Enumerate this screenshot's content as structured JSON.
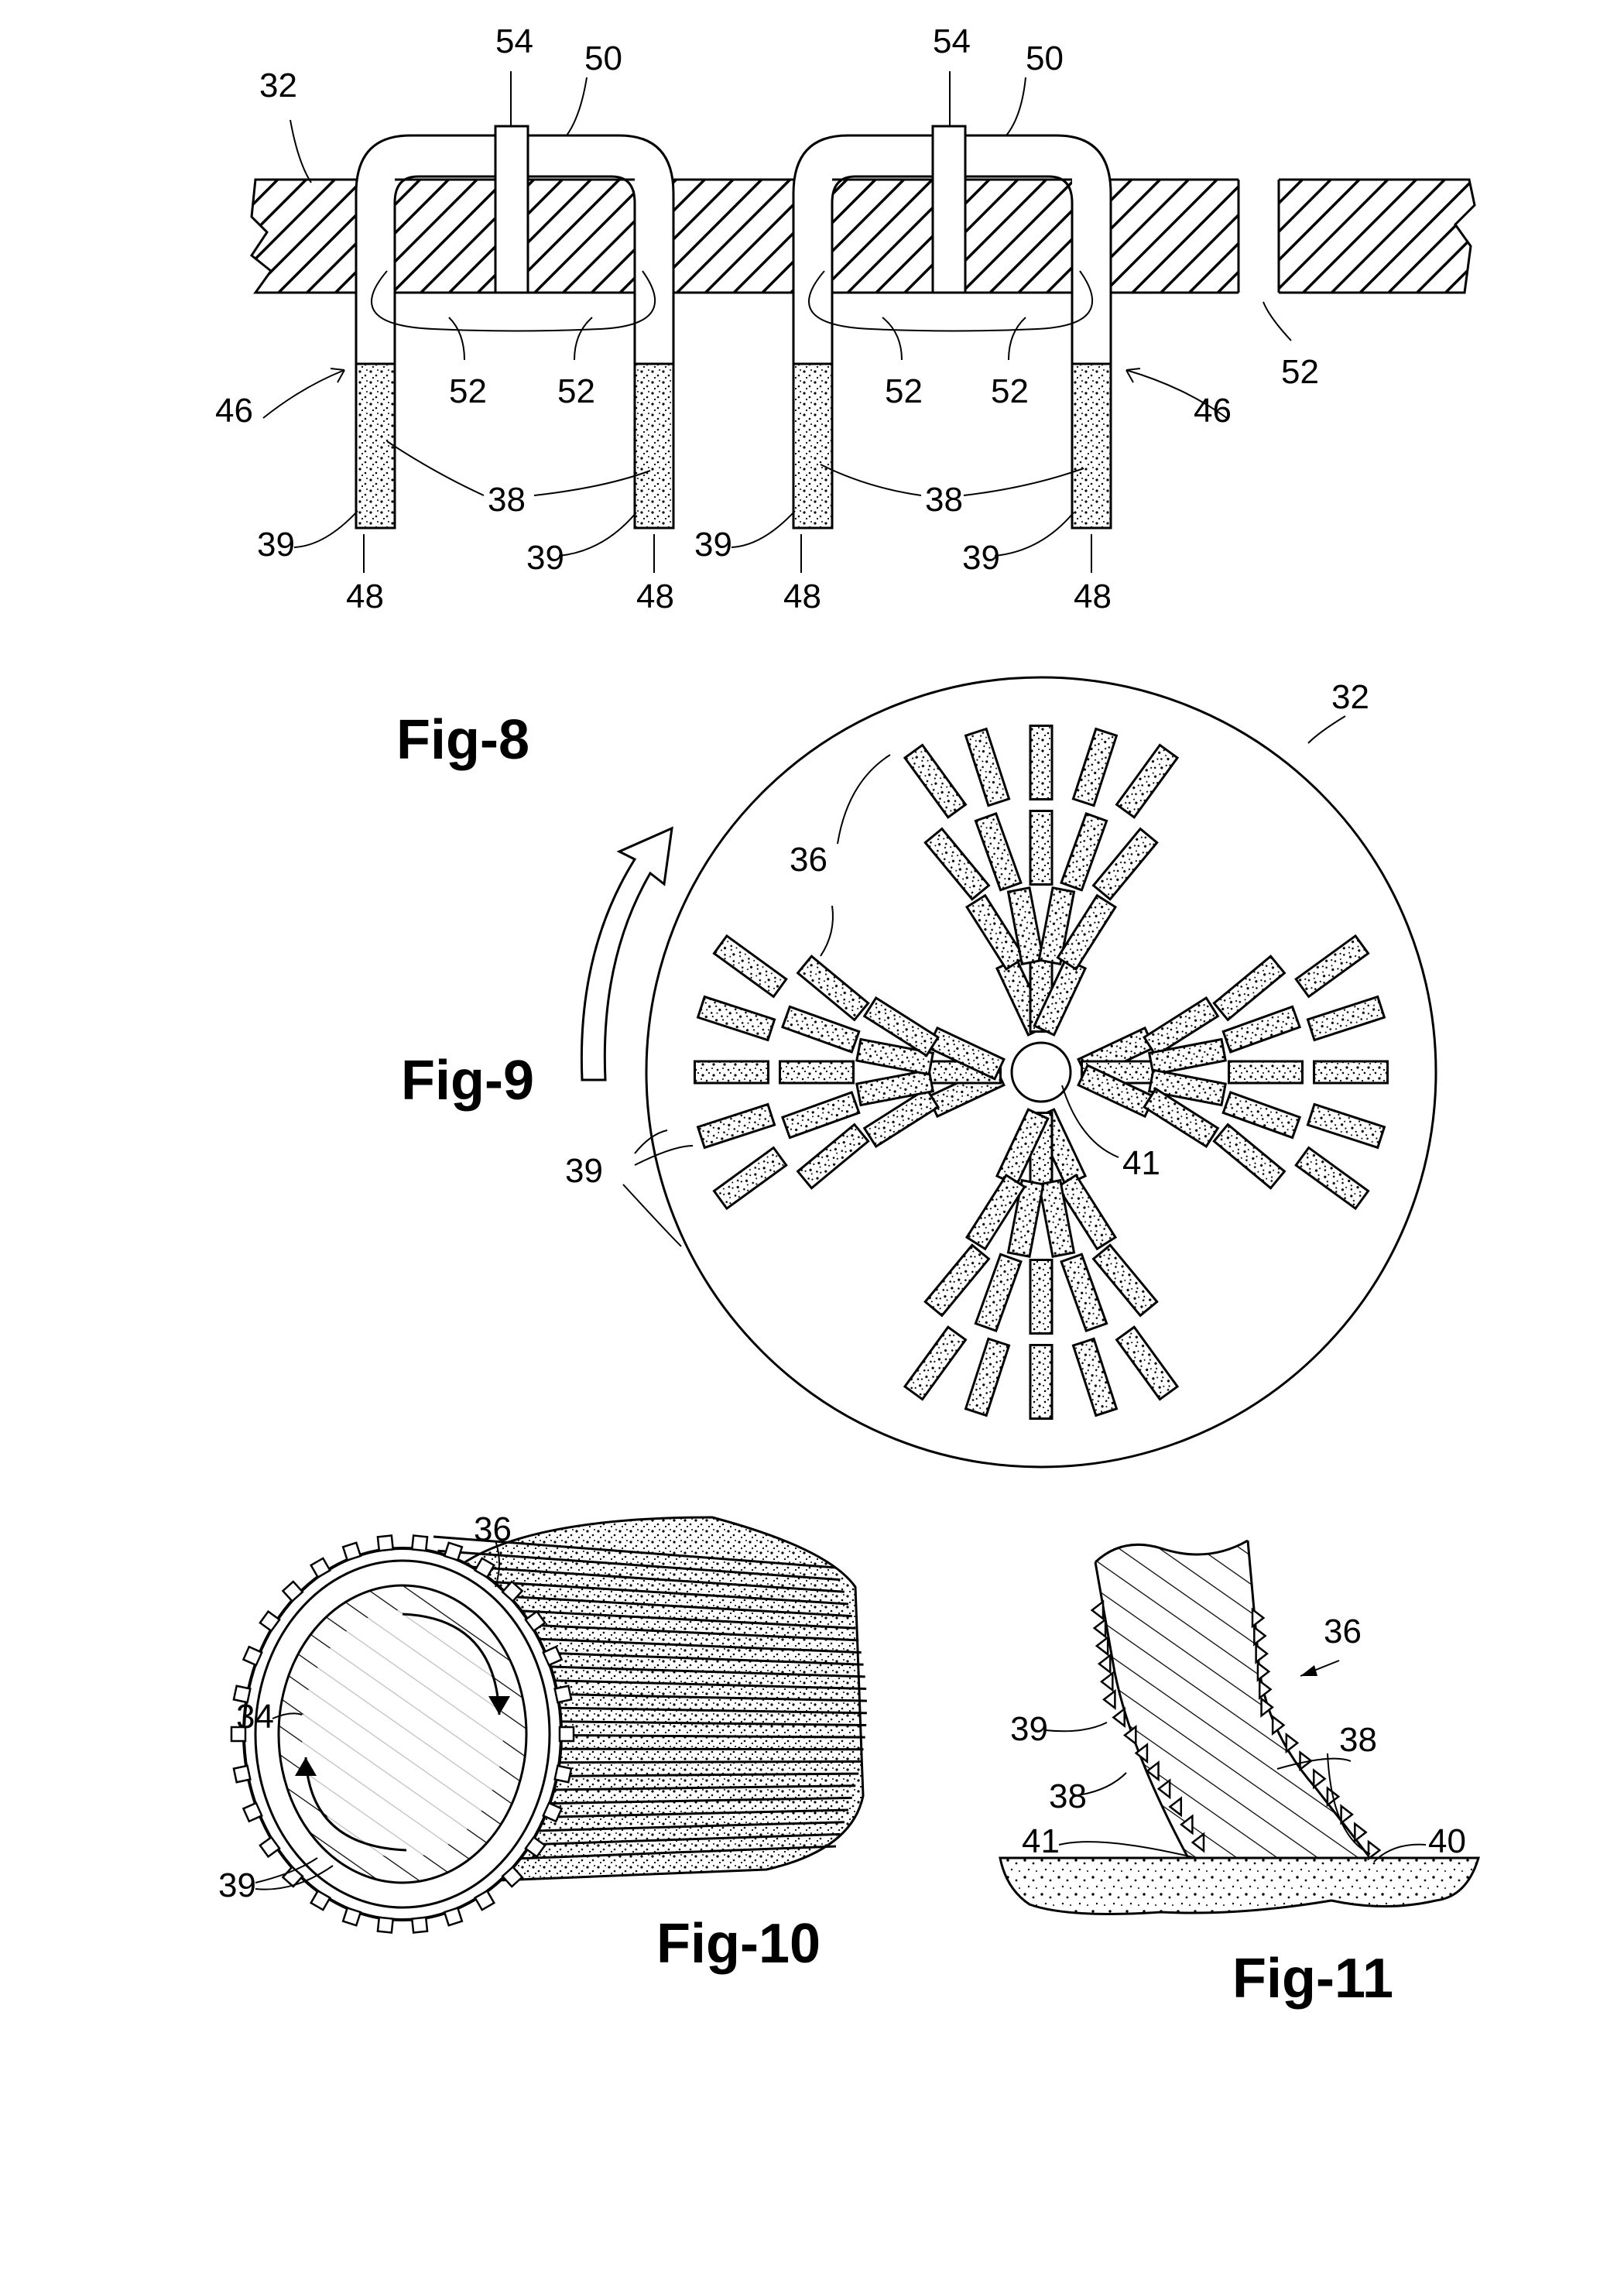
{
  "figures": {
    "fig8": {
      "title": "Fig-8",
      "refs": [
        "32",
        "54",
        "50",
        "54",
        "50",
        "52",
        "52",
        "52",
        "52",
        "52",
        "46",
        "46",
        "38",
        "38",
        "39",
        "39",
        "39",
        "39",
        "48",
        "48",
        "48",
        "48"
      ]
    },
    "fig9": {
      "title": "Fig-9",
      "refs": [
        "32",
        "36",
        "39",
        "41"
      ]
    },
    "fig10": {
      "title": "Fig-10",
      "refs": [
        "36",
        "34",
        "39"
      ]
    },
    "fig11": {
      "title": "Fig-11",
      "refs": [
        "36",
        "39",
        "38",
        "38",
        "41",
        "40"
      ]
    }
  }
}
